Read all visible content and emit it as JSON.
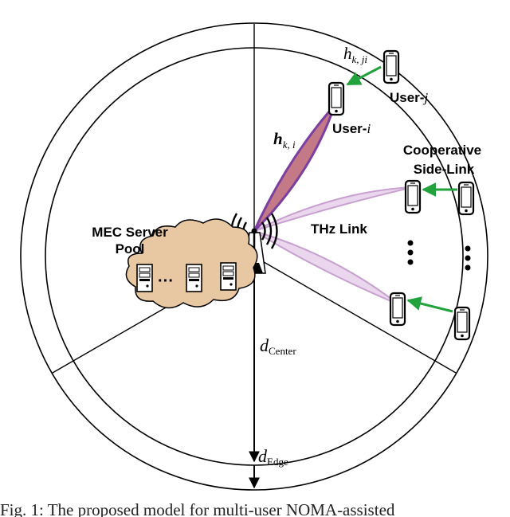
{
  "labels": {
    "mec_server_line1": "MEC Server",
    "mec_server_line2": "Pool",
    "user_i_prefix": "User-",
    "user_i_suffix": "i",
    "user_j_prefix": "User-",
    "user_j_suffix": "j",
    "cooperative_line1": "Cooperative",
    "cooperative_line2": "Side-Link",
    "thz_link": "THz Link",
    "h_k_i_main": "h",
    "h_k_i_sub": "k, i",
    "h_k_ji_main": "h",
    "h_k_ji_sub": "k, ji",
    "d_center_main": "d",
    "d_center_sub": "Center",
    "d_edge_main": "d",
    "d_edge_sub": "Edge",
    "server_dots": "···"
  },
  "caption": "Fig. 1: The proposed model for multi-user NOMA-assisted",
  "colors": {
    "cloud_fill": "#E8C7A3",
    "beam_purple": "#7B3FA0",
    "beam_fill_i": "#C47A86",
    "beam_fill_thz": "#EAD7EE",
    "beam_stroke_thz": "#C8A0D0",
    "side_link_green": "#22A23C",
    "stroke": "#000000"
  },
  "icons": [
    "base-station-icon",
    "server-icon",
    "smartphone-icon",
    "cloud-icon",
    "signal-wave-icon"
  ]
}
